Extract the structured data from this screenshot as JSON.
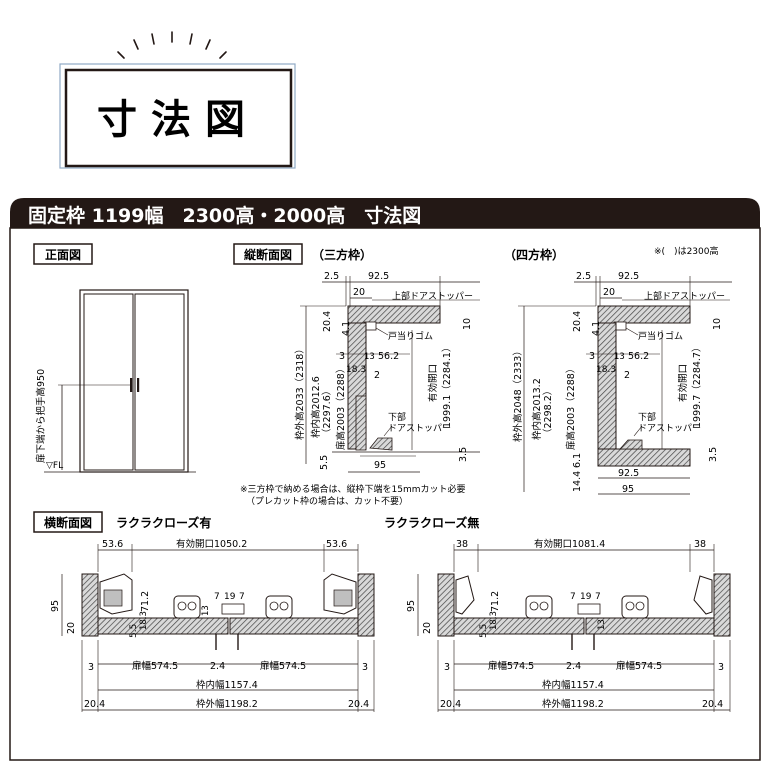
{
  "header": {
    "title": "寸法図"
  },
  "banner": {
    "title": "固定枠 1199幅　2300高・2000高　寸法図"
  },
  "colors": {
    "accent": "#231815",
    "panel_border": "#8fa9c4",
    "hatch": "#4a4a4a"
  },
  "front": {
    "label": "正面図",
    "handle_height": "扉下端から把手高950",
    "fl": "▽FL"
  },
  "vertical": {
    "label": "縦断面図",
    "three_label": "（三方枠）",
    "four_label": "（四方枠）",
    "note_2300": "※(　)は2300高",
    "three": {
      "top_25": "2.5",
      "top_925": "92.5",
      "top_20": "20",
      "top_stopper": "上部ドアストッパー",
      "d_204": "20.4",
      "d_41": "4.1",
      "d_10": "10",
      "gomu": "戸当りゴム",
      "d_3": "3",
      "d_13": "13",
      "d_562": "56.2",
      "d_183": "18.3",
      "d_2": "2",
      "outer_h": "枠外高2033（2318）",
      "inner_h": "枠内高2012.6",
      "inner_h2": "（2297.6）",
      "door_h": "扉高2003（2288）",
      "open_label": "有効開口",
      "open_val": "1999.1（2284.1）",
      "bottom_stopper1": "下部",
      "bottom_stopper2": "ドアストッパー",
      "d_55": "5.5",
      "d_35": "3.5",
      "d_95": "95"
    },
    "four": {
      "top_25": "2.5",
      "top_925": "92.5",
      "top_20": "20",
      "top_stopper": "上部ドアストッパー",
      "d_204": "20.4",
      "d_41": "4.1",
      "d_10": "10",
      "gomu": "戸当りゴム",
      "d_3": "3",
      "d_13": "13",
      "d_562": "56.2",
      "d_183": "18.3",
      "d_2": "2",
      "outer_h": "枠外高2048（2333）",
      "inner_h": "枠内高2013.2",
      "inner_h2": "（2298.2）",
      "door_h": "扉高2003（2288）",
      "open_label": "有効開口",
      "open_val": "1999.7（2284.7）",
      "bottom_stopper1": "下部",
      "bottom_stopper2": "ドアストッパー",
      "d_61": "6.1",
      "d_144": "14.4",
      "d_35": "3.5",
      "d_925": "92.5",
      "d_95": "95"
    },
    "note1": "※三方枠で納める場合は、縦枠下端を15mmカット必要",
    "note2": "（プレカット枠の場合は、カット不要）"
  },
  "horizontal": {
    "label": "横断面図",
    "left": {
      "title": "ラクラクローズ有",
      "d_536a": "53.6",
      "open": "有効開口1050.2",
      "d_536b": "53.6",
      "d_95": "95",
      "d_20": "20",
      "d_712": "71.2",
      "d_55": "5.5",
      "d_183": "18.3",
      "d_7a": "7",
      "d_19": "19",
      "d_7b": "7",
      "d_13": "13",
      "d_3a": "3",
      "door_a": "扉幅574.5",
      "d_24": "2.4",
      "door_b": "扉幅574.5",
      "d_3b": "3",
      "inner_w": "枠内幅1157.4",
      "d_204a": "20.4",
      "outer_w": "枠外幅1198.2",
      "d_204b": "20.4"
    },
    "right": {
      "title": "ラクラクローズ無",
      "d_38a": "38",
      "open": "有効開口1081.4",
      "d_38b": "38",
      "d_95": "95",
      "d_20": "20",
      "d_712": "71.2",
      "d_55": "5.5",
      "d_183": "18.3",
      "d_7a": "7",
      "d_19": "19",
      "d_7b": "7",
      "d_13": "13",
      "d_3a": "3",
      "door_a": "扉幅574.5",
      "d_24": "2.4",
      "door_b": "扉幅574.5",
      "d_3b": "3",
      "inner_w": "枠内幅1157.4",
      "d_204a": "20.4",
      "outer_w": "枠外幅1198.2",
      "d_204b": "20.4"
    }
  }
}
